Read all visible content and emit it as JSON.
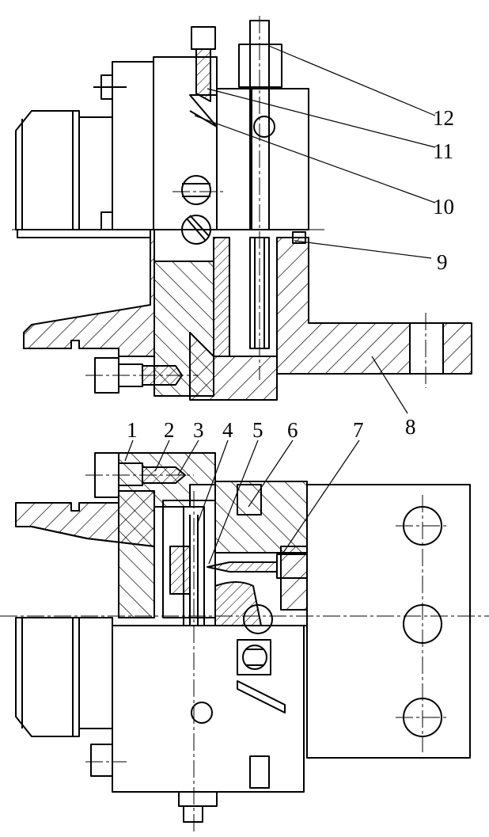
{
  "figure": {
    "labels": {
      "p1": "1",
      "p2": "2",
      "p3": "3",
      "p4": "4",
      "p5": "5",
      "p6": "6",
      "p7": "7",
      "p8": "8",
      "p9": "9",
      "p10": "10",
      "p11": "11",
      "p12": "12"
    }
  }
}
